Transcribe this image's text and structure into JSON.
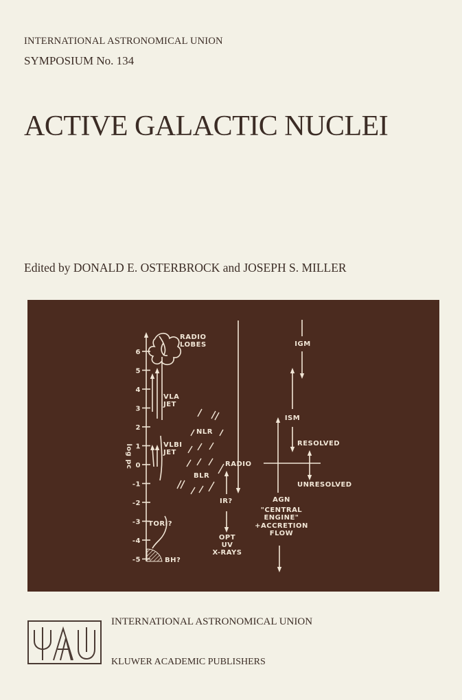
{
  "cover": {
    "series": "INTERNATIONAL ASTRONOMICAL UNION",
    "symposium": "SYMPOSIUM No. 134",
    "title": "ACTIVE GALACTIC NUCLEI",
    "editors": "Edited by DONALD E. OSTERBROCK and JOSEPH S. MILLER",
    "publisher_line1": "INTERNATIONAL ASTRONOMICAL UNION",
    "publisher_line2": "KLUWER ACADEMIC PUBLISHERS",
    "logo_text": "IAU"
  },
  "diagram": {
    "axis_label": "log pc",
    "ticks": [
      "6",
      "5",
      "4",
      "3",
      "2",
      "1",
      "0",
      "-1",
      "-2",
      "-3",
      "-4",
      "-5"
    ],
    "labels": {
      "radio_lobes_1": "RADIO",
      "radio_lobes_2": "LOBES",
      "vla_1": "VLA",
      "vla_2": "JET",
      "vlbi_1": "VLBI",
      "vlbi_2": "JET",
      "nlr": "NLR",
      "blr": "BLR",
      "radio": "RADIO",
      "ir": "IR?",
      "opt": "OPT",
      "uv": "UV",
      "xrays": "X-RAYS",
      "tori": "TORI?",
      "bh": "BH?",
      "igm": "IGM",
      "ism": "ISM",
      "resolved": "RESOLVED",
      "unresolved": "UNRESOLVED",
      "agn_1": "AGN",
      "agn_2": "\"CENTRAL",
      "agn_3": "ENGINE\"",
      "agn_4": "+ACCRETION",
      "agn_5": "FLOW"
    },
    "colors": {
      "panel": "#4b2b1f",
      "ink": "#f1e6d6"
    }
  }
}
